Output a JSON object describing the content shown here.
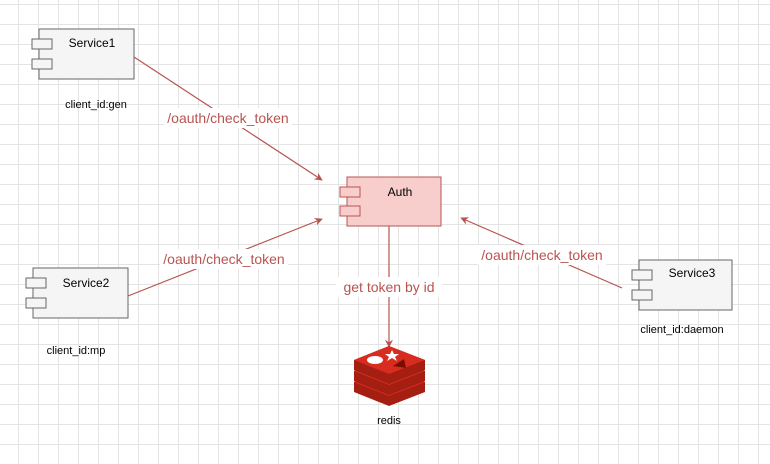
{
  "colors": {
    "edge": "#b85450",
    "edge_label": "#b85450",
    "auth_fill": "#f8cecc",
    "component_fill": "#f5f5f5",
    "component_stroke": "#666666",
    "redis_red": "#d82c20",
    "redis_dark": "#a41e11"
  },
  "nodes": {
    "service1": {
      "label": "Service1",
      "client_id": "client_id:gen"
    },
    "service2": {
      "label": "Service2",
      "client_id": "client_id:mp"
    },
    "service3": {
      "label": "Service3",
      "client_id": "client_id:daemon"
    },
    "auth": {
      "label": "Auth"
    },
    "redis": {
      "label": "redis",
      "icon": "redis-icon"
    }
  },
  "edges": {
    "service1_to_auth": {
      "label": "/oauth/check_token"
    },
    "service2_to_auth": {
      "label": "/oauth/check_token"
    },
    "service3_to_auth": {
      "label": "/oauth/check_token"
    },
    "auth_to_redis": {
      "label": "get token by id"
    }
  }
}
